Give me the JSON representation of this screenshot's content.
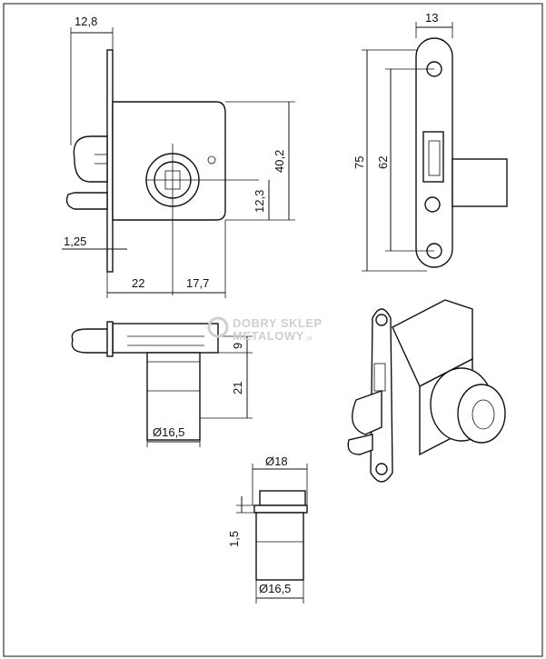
{
  "dimensions": {
    "top_width": "12,8",
    "back_plate": "1,25",
    "offset_left": "22",
    "offset_right": "17,7",
    "height_body": "40,2",
    "center_height": "12,3",
    "plate_width": "13",
    "plate_length": "75",
    "hole_spacing": "62",
    "side_height_small": "9",
    "cylinder_length": "21",
    "cylinder_diameter": "Ø16,5",
    "front_diameter": "Ø18",
    "front_ring": "1,5",
    "bottom_diameter": "Ø16,5"
  },
  "watermark": {
    "line1": "DOBRY SKLEP",
    "line2": "METALOWY",
    "suffix": ".pl"
  }
}
